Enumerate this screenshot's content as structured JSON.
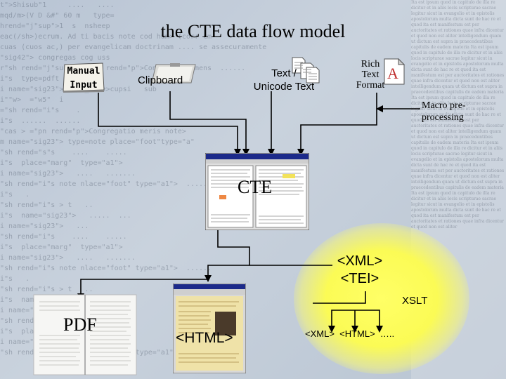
{
  "title": "the CTE data flow model",
  "inputs": {
    "manual": "Manual\nInput",
    "clipboard": "Clipboard",
    "text": "Text /\nUnicode Text",
    "rtf": "Rich\nText\nFormat"
  },
  "macro": "Macro pre-\nprocessing",
  "cte": "CTE",
  "xml_tei": "<XML>\n<TEI>",
  "xslt": "XSLT",
  "outputs": {
    "pdf": "PDF",
    "html": "<HTML>",
    "branches": "<XML>  <HTML>  ….."
  },
  "colors": {
    "glow": "#ffff66",
    "background": "#c0cad8"
  }
}
